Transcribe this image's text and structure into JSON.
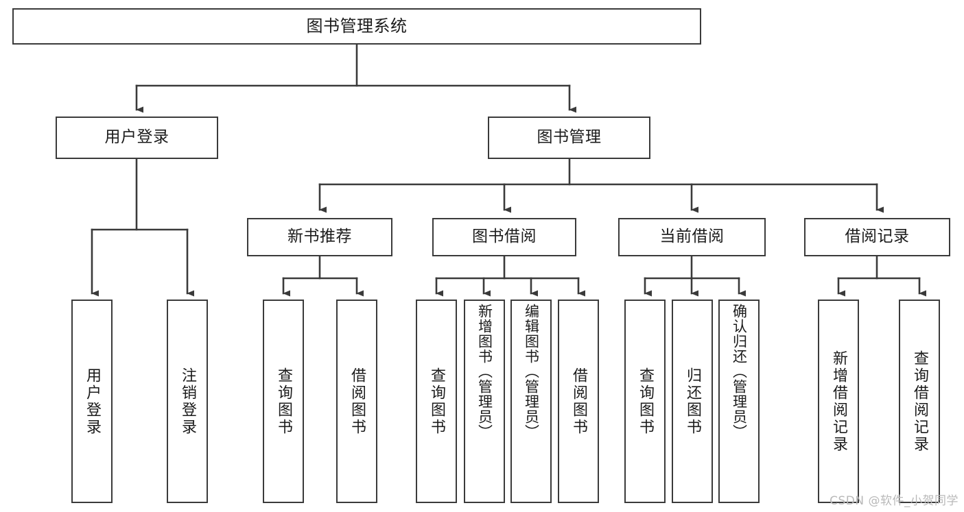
{
  "diagram": {
    "type": "tree-hierarchy",
    "title": "图书管理系统",
    "orientation": "top-down",
    "colors": {
      "box_border": "#3a3a3a",
      "box_fill": "#ffffff",
      "connector": "#3a3a3a",
      "text": "#1b1b1b",
      "watermark": "#b9b9b9",
      "background": "#ffffff"
    },
    "levels": {
      "root": [
        "图书管理系统"
      ],
      "level2": [
        "用户登录",
        "图书管理"
      ],
      "level3": [
        "新书推荐",
        "图书借阅",
        "当前借阅",
        "借阅记录"
      ]
    },
    "nodes": {
      "root": {
        "label": "图书管理系统"
      },
      "user_login": {
        "label": "用户登录"
      },
      "book_manage": {
        "label": "图书管理"
      },
      "new_book_rec": {
        "label": "新书推荐"
      },
      "book_borrow": {
        "label": "图书借阅"
      },
      "current_borrow": {
        "label": "当前借阅"
      },
      "borrow_record": {
        "label": "借阅记录"
      }
    },
    "leaves": {
      "user_login": [
        {
          "label": "用户登录"
        },
        {
          "label": "注销登录"
        }
      ],
      "new_book_rec": [
        {
          "label": "查询图书"
        },
        {
          "label": "借阅图书"
        }
      ],
      "book_borrow": [
        {
          "label": "查询图书"
        },
        {
          "label": "新增图书（管理员）"
        },
        {
          "label": "编辑图书（管理员）"
        },
        {
          "label": "借阅图书"
        }
      ],
      "current_borrow": [
        {
          "label": "查询图书"
        },
        {
          "label": "归还图书"
        },
        {
          "label": "确认归还（管理员）"
        }
      ],
      "borrow_record": [
        {
          "label": "新增借阅记录"
        },
        {
          "label": "查询借阅记录"
        }
      ]
    }
  },
  "watermark": {
    "text": "CSDN @软件_小贺同学"
  }
}
